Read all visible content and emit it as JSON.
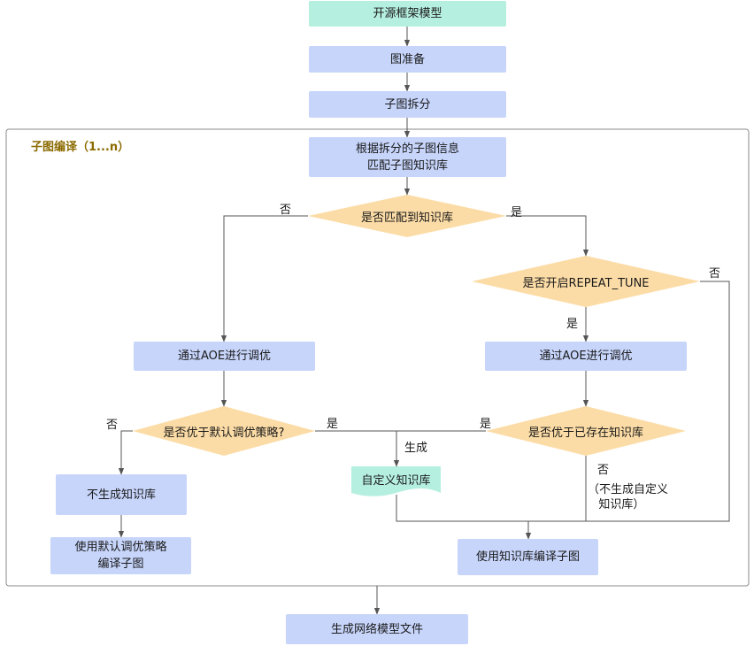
{
  "group": {
    "title": "子图编译（1...n）"
  },
  "nodes": {
    "open_model": "开源框架模型",
    "graph_prep": "图准备",
    "subgraph_split": "子图拆分",
    "match_kb": "根据拆分的子图信息\n匹配子图知识库",
    "aoe_left": "通过AOE进行调优",
    "aoe_right": "通过AOE进行调优",
    "no_kb": "不生成知识库",
    "default_compile": "使用默认调优策略\n编译子图",
    "custom_kb": "自定义知识库",
    "use_kb": "使用知识库编译子图",
    "gen_model": "生成网络模型文件"
  },
  "decisions": {
    "matched": "是否匹配到知识库",
    "repeat_tune": "是否开启REPEAT_TUNE",
    "better_default": "是否优于默认调优策略?",
    "better_existing": "是否优于已存在知识库"
  },
  "edge_labels": {
    "matched_no": "否",
    "matched_yes": "是",
    "repeat_no": "否",
    "repeat_yes": "是",
    "default_no": "否",
    "default_yes": "是",
    "existing_yes": "是",
    "generate": "生成",
    "existing_no": "否",
    "existing_no_note": "（不生成自定义\n   知识库）"
  },
  "colors": {
    "process": "#c7d5fb",
    "start": "#b5efe0",
    "decision": "#fcdca6",
    "line": "#555555",
    "group_border": "#888888",
    "group_title": "#8b6a00"
  }
}
